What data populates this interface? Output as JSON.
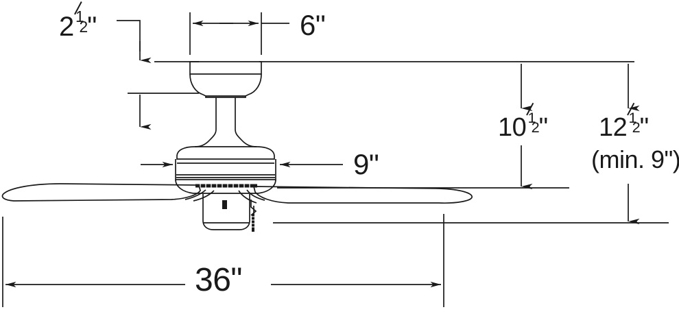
{
  "drawing": {
    "title": "Ceiling fan dimensional drawing",
    "subject": "ceiling-fan-side-elevation",
    "line_color": "#1a1a1a",
    "background_color": "#ffffff",
    "units": "inches"
  },
  "dimensions": {
    "canopy_drop": {
      "id": "canopy-drop",
      "whole": "2",
      "numerator": "1",
      "denominator": "2",
      "unit": "\"",
      "full_text": "2½\"",
      "orientation": "vertical",
      "describes": "ceiling to canopy bottom"
    },
    "canopy_width": {
      "id": "canopy-width",
      "whole": "6",
      "unit": "\"",
      "full_text": "6\"",
      "orientation": "horizontal",
      "describes": "canopy diameter"
    },
    "motor_height": {
      "id": "motor-housing-height",
      "whole": "9",
      "unit": "\"",
      "full_text": "9\"",
      "orientation": "horizontal-leader",
      "describes": "motor housing height"
    },
    "ceiling_to_blade": {
      "id": "ceiling-to-blade",
      "whole": "10",
      "numerator": "1",
      "denominator": "2",
      "unit": "\"",
      "full_text": "10½\"",
      "orientation": "vertical",
      "describes": "ceiling to blade plane"
    },
    "overall_drop": {
      "id": "overall-drop",
      "whole": "12",
      "numerator": "1",
      "denominator": "2",
      "unit": "\"",
      "full_text": "12½\"",
      "note": "(min. 9\")",
      "orientation": "vertical",
      "describes": "ceiling to lowest point"
    },
    "blade_span": {
      "id": "blade-span",
      "whole": "36",
      "unit": "\"",
      "full_text": "36\"",
      "orientation": "horizontal",
      "describes": "blade sweep diameter"
    }
  },
  "parts": {
    "ceiling_line": "ceiling-reference-line",
    "canopy": "ceiling-canopy",
    "downrod": "downrod",
    "motor_housing": "motor-housing",
    "blade_left": "fan-blade-left",
    "blade_right": "fan-blade-right",
    "blade_iron_left": "blade-bracket-left",
    "blade_iron_right": "blade-bracket-right",
    "switch_housing": "switch-housing",
    "reverse_switch": "reverse-switch",
    "pull_chain": "pull-chain"
  }
}
